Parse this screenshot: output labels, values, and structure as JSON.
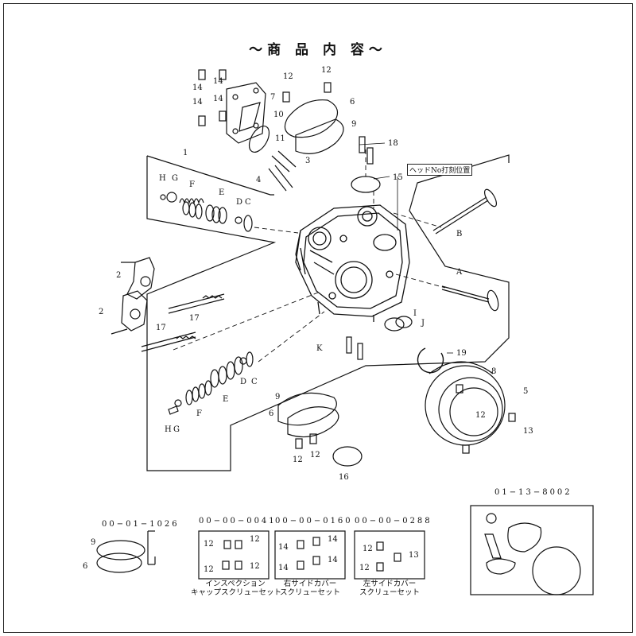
{
  "title": "〜商 品 内 容〜",
  "head_marker": "ヘッドNo打刻位置",
  "part_labels": {
    "l1": "1",
    "l2a": "2",
    "l2b": "2",
    "l3": "3",
    "l4": "4",
    "l5": "5",
    "l6a": "6",
    "l6b": "6",
    "l7": "7",
    "l8": "8",
    "l9a": "9",
    "l9b": "9",
    "l10": "10",
    "l11": "11",
    "l12a": "12",
    "l12b": "12",
    "l12c": "12",
    "l12d": "12",
    "l12e": "12",
    "l13": "13",
    "l14a": "14",
    "l14b": "14",
    "l14c": "14",
    "l14d": "14",
    "l15": "15",
    "l16": "16",
    "l17a": "17",
    "l17b": "17",
    "l18": "18",
    "l19": "19",
    "lA": "A",
    "lB": "B",
    "lCa": "C",
    "lCb": "C",
    "lDa": "D",
    "lDb": "D",
    "lEa": "E",
    "lEb": "E",
    "lFa": "F",
    "lFb": "F",
    "lGa": "G",
    "lGb": "G",
    "lHa": "H",
    "lHb": "H",
    "lI": "I",
    "lJ": "J",
    "lK": "K"
  },
  "kits": {
    "k1": {
      "code": "00−01−1026",
      "labels": [
        "9",
        "6"
      ]
    },
    "k2": {
      "code": "00−00−0041",
      "caption": [
        "インスペクション",
        "キャップスクリューセット"
      ],
      "labels": [
        "12",
        "12",
        "12",
        "12"
      ]
    },
    "k3": {
      "code": "00−00−0160",
      "caption": [
        "右サイドカバー",
        "スクリューセット"
      ],
      "labels": [
        "14",
        "14",
        "14",
        "14"
      ]
    },
    "k4": {
      "code": "00−00−0288",
      "caption": [
        "左サイドカバー",
        "スクリューセット"
      ],
      "labels": [
        "12",
        "13",
        "12"
      ]
    },
    "k5": {
      "code": "01−13−8002"
    }
  }
}
